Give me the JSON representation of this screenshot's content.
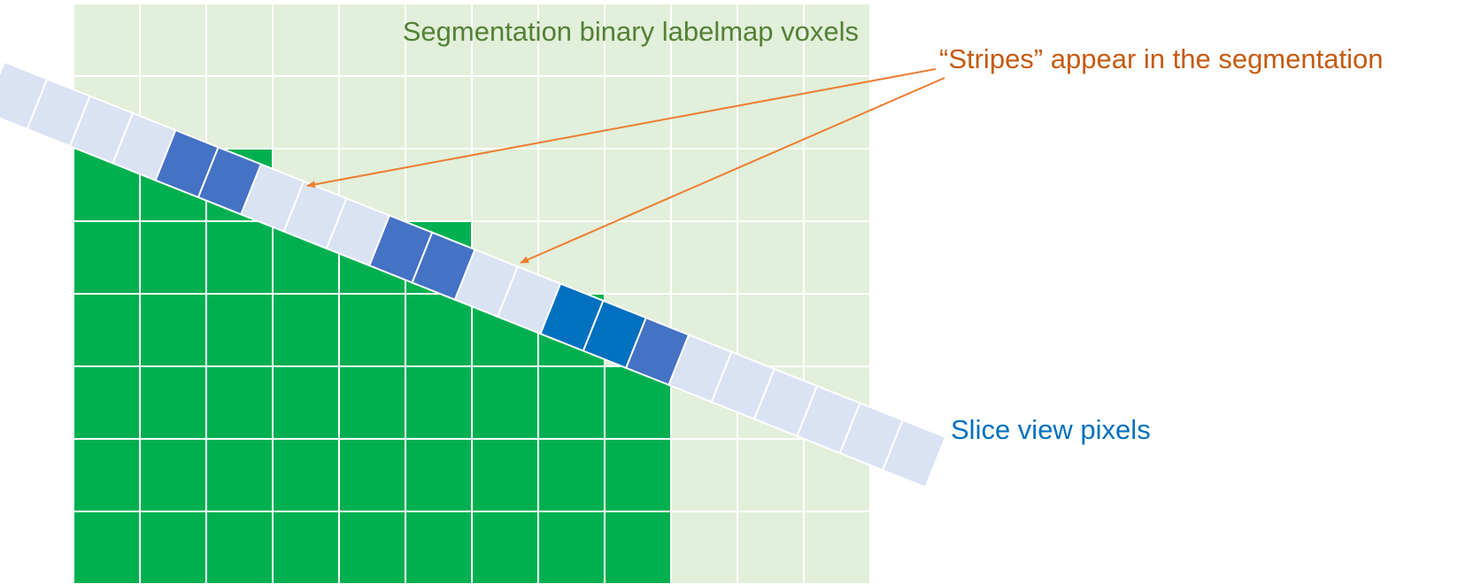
{
  "labels": {
    "voxels": "Segmentation binary labelmap voxels",
    "stripes": "“Stripes” appear in the segmentation",
    "pixels": "Slice view pixels"
  },
  "colors": {
    "background_voxel": "#e2efda",
    "segmented_voxel": "#00b050",
    "grid_line": "#ffffff",
    "pixel_empty": "#dae3f3",
    "pixel_filled": "#4472c4",
    "pixel_filled_dark": "#0070c0",
    "pixel_border": "#ffffff",
    "voxels_text": "#538135",
    "stripes_text": "#c55a11",
    "arrow": "#ed7d31",
    "pixels_text": "#0070c0"
  },
  "voxel_grid": {
    "cols": 12,
    "rows": 8,
    "segmented_rows_per_column": [
      6,
      6,
      6,
      5,
      5,
      5,
      4,
      4,
      3,
      0,
      0,
      0
    ]
  },
  "slice_pixels": {
    "count": 22,
    "states": [
      "empty",
      "empty",
      "empty",
      "empty",
      "filled",
      "filled",
      "empty",
      "empty",
      "empty",
      "filled",
      "filled",
      "empty",
      "empty",
      "filled-dark",
      "filled-dark",
      "filled",
      "empty",
      "empty",
      "empty",
      "empty",
      "empty",
      "empty"
    ]
  }
}
